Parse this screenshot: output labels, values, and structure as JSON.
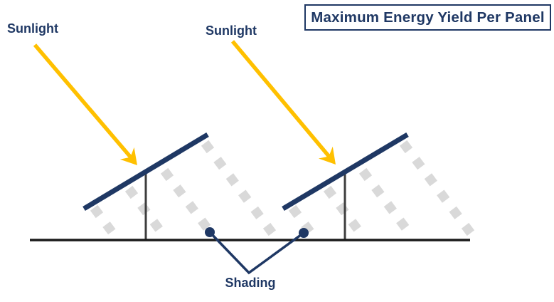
{
  "title": "Maximum Energy Yield Per Panel",
  "labels": {
    "sunlight_left": "Sunlight",
    "sunlight_right": "Sunlight",
    "shading": "Shading"
  },
  "colors": {
    "navy": "#1f3864",
    "yellow": "#ffc000",
    "shadow_gray": "#d9d9d9",
    "ground": "#1a1a1a",
    "post": "#3d3d3d",
    "background": "#ffffff"
  }
}
